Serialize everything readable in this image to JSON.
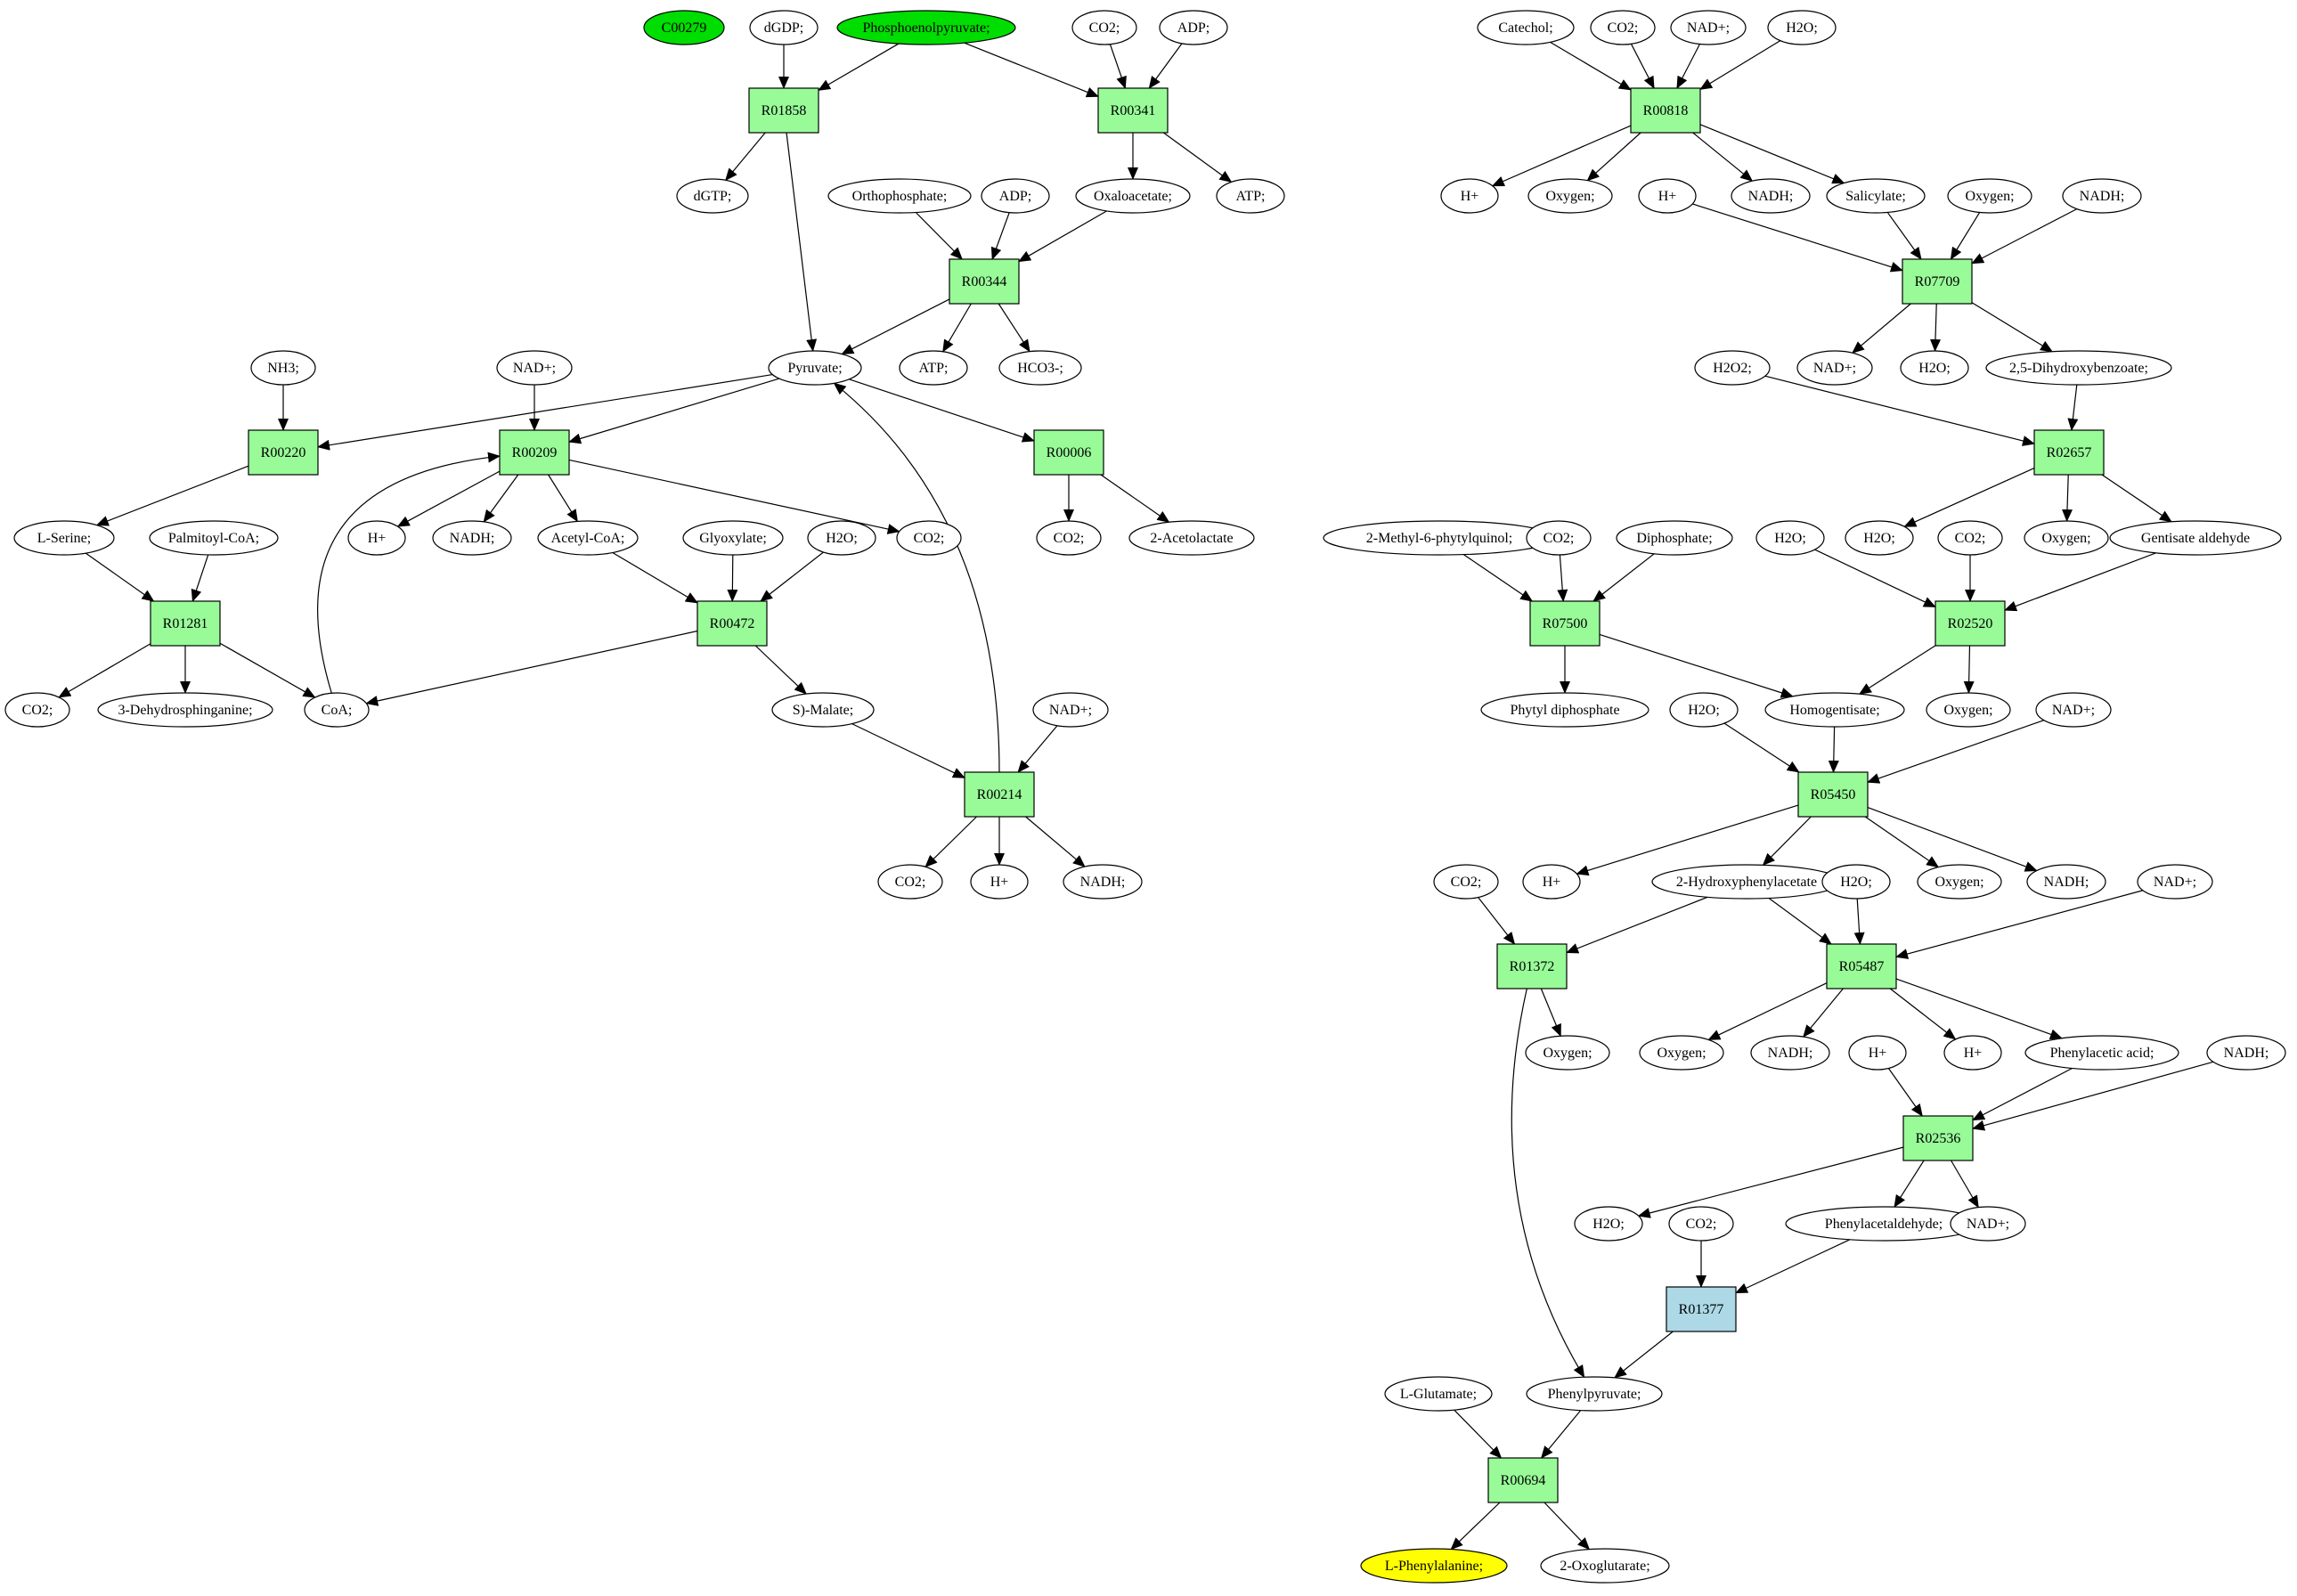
{
  "colors": {
    "reaction": "#98fb98",
    "reaction_highlight": "#add8e6",
    "compound": "#ffffff",
    "start": "#00dd00",
    "target": "#ffff00",
    "stroke": "#000000"
  },
  "nodes": {
    "c00279": "C00279",
    "l_dgdp": "dGDP;",
    "pep": "Phosphoenolpyruvate;",
    "l_co2_a": "CO2;",
    "l_adp_a": "ADP;",
    "r01858": "R01858",
    "r00341": "R00341",
    "l_dgtp": "dGTP;",
    "l_oxalo": "Oxaloacetate;",
    "l_atp_a": "ATP;",
    "l_ortho": "Orthophosphate;",
    "l_adp_b": "ADP;",
    "r00344": "R00344",
    "l_pyruvate": "Pyruvate;",
    "l_atp_b": "ATP;",
    "l_hco3": "HCO3-;",
    "l_nh3": "NH3;",
    "l_nad_a": "NAD+;",
    "r00220": "R00220",
    "r00209": "R00209",
    "r00006": "R00006",
    "l_lserine": "L-Serine;",
    "l_palm": "Palmitoyl-CoA;",
    "l_h_a": "H+",
    "l_nadh_a": "NADH;",
    "l_acetyl": "Acetyl-CoA;",
    "l_glyox": "Glyoxylate;",
    "l_h2o_a": "H2O;",
    "l_co2_b": "CO2;",
    "l_co2_c": "CO2;",
    "l_acetolac": "2-Acetolactate",
    "r01281": "R01281",
    "r00472": "R00472",
    "l_co2_d": "CO2;",
    "l_dehydro": "3-Dehydrosphinganine;",
    "l_coa": "CoA;",
    "l_malate": "S)-Malate;",
    "l_nad_b": "NAD+;",
    "r00214": "R00214",
    "l_co2_e": "CO2;",
    "l_h_b": "H+",
    "l_nadh_b": "NADH;",
    "l_catechol": "Catechol;",
    "l_co2_f": "CO2;",
    "l_nad_c": "NAD+;",
    "l_h2o_b": "H2O;",
    "r00818": "R00818",
    "l_h_c": "H+",
    "l_oxygen_a": "Oxygen;",
    "l_h_d": "H+",
    "l_nadh_c": "NADH;",
    "l_salicylate": "Salicylate;",
    "l_oxygen_b": "Oxygen;",
    "l_nadh_d": "NADH;",
    "r07709": "R07709",
    "l_h2o2": "H2O2;",
    "l_nad_d": "NAD+;",
    "l_h2o_c": "H2O;",
    "l_dhb": "2,5-Dihydroxybenzoate;",
    "r02657": "R02657",
    "l_mpq": "2-Methyl-6-phytylquinol;",
    "l_co2_g": "CO2;",
    "l_diphos": "Diphosphate;",
    "l_h2o_d": "H2O;",
    "l_h2o_e": "H2O;",
    "l_co2_h": "CO2;",
    "l_oxygen_c": "Oxygen;",
    "l_gentisald": "Gentisate aldehyde",
    "r07500": "R07500",
    "r02520": "R02520",
    "l_phytyl": "Phytyl diphosphate",
    "l_h2o_f": "H2O;",
    "l_homogent": "Homogentisate;",
    "l_oxygen_d": "Oxygen;",
    "l_nad_e": "NAD+;",
    "r05450": "R05450",
    "l_co2_i": "CO2;",
    "l_h_e": "H+",
    "l_2hpa": "2-Hydroxyphenylacetate",
    "l_h2o_g": "H2O;",
    "l_oxygen_e": "Oxygen;",
    "l_nadh_e": "NADH;",
    "l_nad_f": "NAD+;",
    "r01372": "R01372",
    "r05487": "R05487",
    "l_oxygen_f": "Oxygen;",
    "l_oxygen_g": "Oxygen;",
    "l_nadh_f": "NADH;",
    "l_h_f": "H+",
    "l_h_g": "H+",
    "l_phacid": "Phenylacetic acid;",
    "l_nadh_g": "NADH;",
    "r02536": "R02536",
    "l_h2o_h": "H2O;",
    "l_co2_j": "CO2;",
    "l_phald": "Phenylacetaldehyde;",
    "l_nad_g": "NAD+;",
    "r01377": "R01377",
    "l_lglu": "L-Glutamate;",
    "l_phpyr": "Phenylpyruvate;",
    "r00694": "R00694",
    "lphe": "L-Phenylalanine;",
    "l_oxoglut": "2-Oxoglutarate;"
  }
}
